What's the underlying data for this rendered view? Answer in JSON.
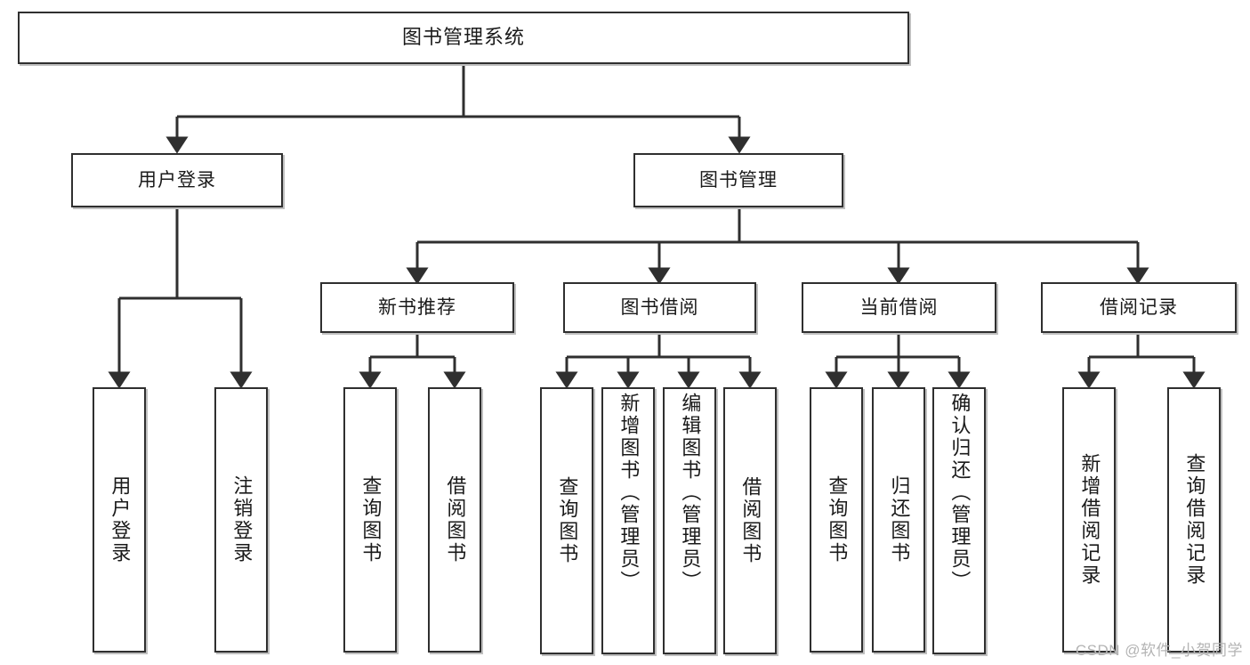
{
  "diagram": {
    "title": "图书管理系统",
    "type": "hierarchy-tree",
    "root": {
      "label": "图书管理系统"
    },
    "level2": [
      {
        "id": "user-login",
        "label": "用户登录"
      },
      {
        "id": "book-manage",
        "label": "图书管理"
      }
    ],
    "level3": [
      {
        "id": "new-book-recommend",
        "label": "新书推荐",
        "parent": "book-manage"
      },
      {
        "id": "book-borrow",
        "label": "图书借阅",
        "parent": "book-manage"
      },
      {
        "id": "current-borrow",
        "label": "当前借阅",
        "parent": "book-manage"
      },
      {
        "id": "borrow-record",
        "label": "借阅记录",
        "parent": "book-manage"
      }
    ],
    "leaves": [
      {
        "id": "leaf-user-login",
        "label": "用户登录",
        "parent": "user-login"
      },
      {
        "id": "leaf-logout-login",
        "label": "注销登录",
        "parent": "user-login"
      },
      {
        "id": "leaf-query-book-1",
        "label": "查询图书",
        "parent": "new-book-recommend"
      },
      {
        "id": "leaf-borrow-book-1",
        "label": "借阅图书",
        "parent": "new-book-recommend"
      },
      {
        "id": "leaf-query-book-2",
        "label": "查询图书",
        "parent": "book-borrow"
      },
      {
        "id": "leaf-add-book",
        "label": "新增图书（管理员）",
        "parent": "book-borrow"
      },
      {
        "id": "leaf-edit-book",
        "label": "编辑图书（管理员）",
        "parent": "book-borrow"
      },
      {
        "id": "leaf-borrow-book-2",
        "label": "借阅图书",
        "parent": "book-borrow"
      },
      {
        "id": "leaf-query-book-3",
        "label": "查询图书",
        "parent": "current-borrow"
      },
      {
        "id": "leaf-return-book",
        "label": "归还图书",
        "parent": "current-borrow"
      },
      {
        "id": "leaf-confirm-return",
        "label": "确认归还（管理员）",
        "parent": "current-borrow"
      },
      {
        "id": "leaf-add-record",
        "label": "新增借阅记录",
        "parent": "borrow-record"
      },
      {
        "id": "leaf-query-record",
        "label": "查询借阅记录",
        "parent": "borrow-record"
      }
    ],
    "watermark": "CSDN @软件_小贺同学",
    "colors": {
      "border": "#2f2f2f",
      "shadow": "#bfbfbf",
      "background": "#ffffff",
      "text": "#1a1a1a",
      "watermark": "#b4b4b4"
    }
  }
}
